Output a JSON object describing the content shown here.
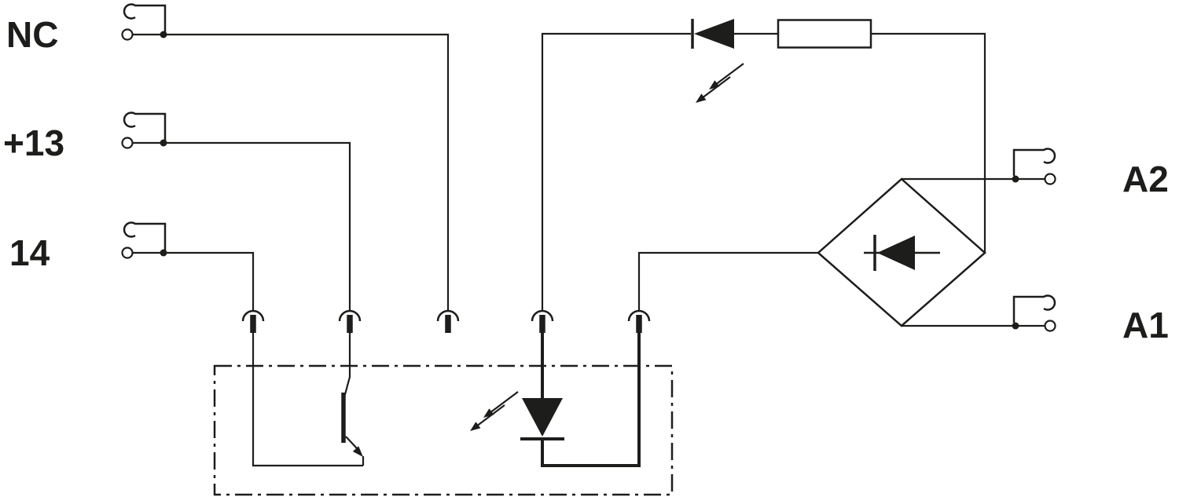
{
  "figure": {
    "kind": "relay-module-wiring-schematic",
    "colors": {
      "line": "#1d1d1b",
      "background": "#ffffff"
    },
    "components": [
      "cage-clamp-terminal x5",
      "plug-in-contact x5",
      "indicator-led-with-emission-arrows",
      "series-resistor",
      "bridge-rectifier-with-diode",
      "output-transistor",
      "module-status-led-with-emission-arrows",
      "module-boundary-dash-dot-box"
    ]
  },
  "labels": {
    "nc": "NC",
    "plus13": "+13",
    "t14": "14",
    "a2": "A2",
    "a1": "A1"
  }
}
